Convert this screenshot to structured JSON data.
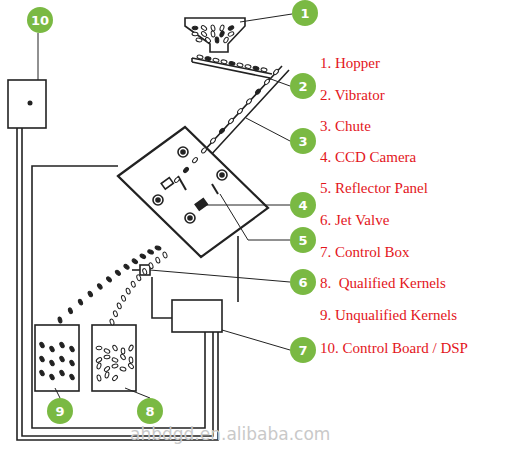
{
  "diagram": {
    "nodes": [
      {
        "text": [
          "1"
        ]
      },
      {
        "text": [
          "10"
        ]
      },
      {
        "text": [
          "2"
        ]
      },
      {
        "text": [
          "3"
        ]
      },
      {
        "text": [
          "4"
        ]
      },
      {
        "text": [
          "5"
        ]
      },
      {
        "text": [
          "6"
        ]
      },
      {
        "text": [
          "7"
        ]
      },
      {
        "text": [
          "9"
        ]
      },
      {
        "text": [
          "8"
        ]
      }
    ],
    "labels": [
      "1. Hopper",
      "2. Vibrator",
      "3. Chute",
      "4. CCD Camera",
      "5. Reflector Panel",
      "6. Jet Valve",
      "7. Control Box",
      "8.  Qualified Kernels",
      "9. Unqualified Kernels",
      "10. Control Board / DSP",
      "ahbdgd.en.alibaba.com"
    ]
  }
}
